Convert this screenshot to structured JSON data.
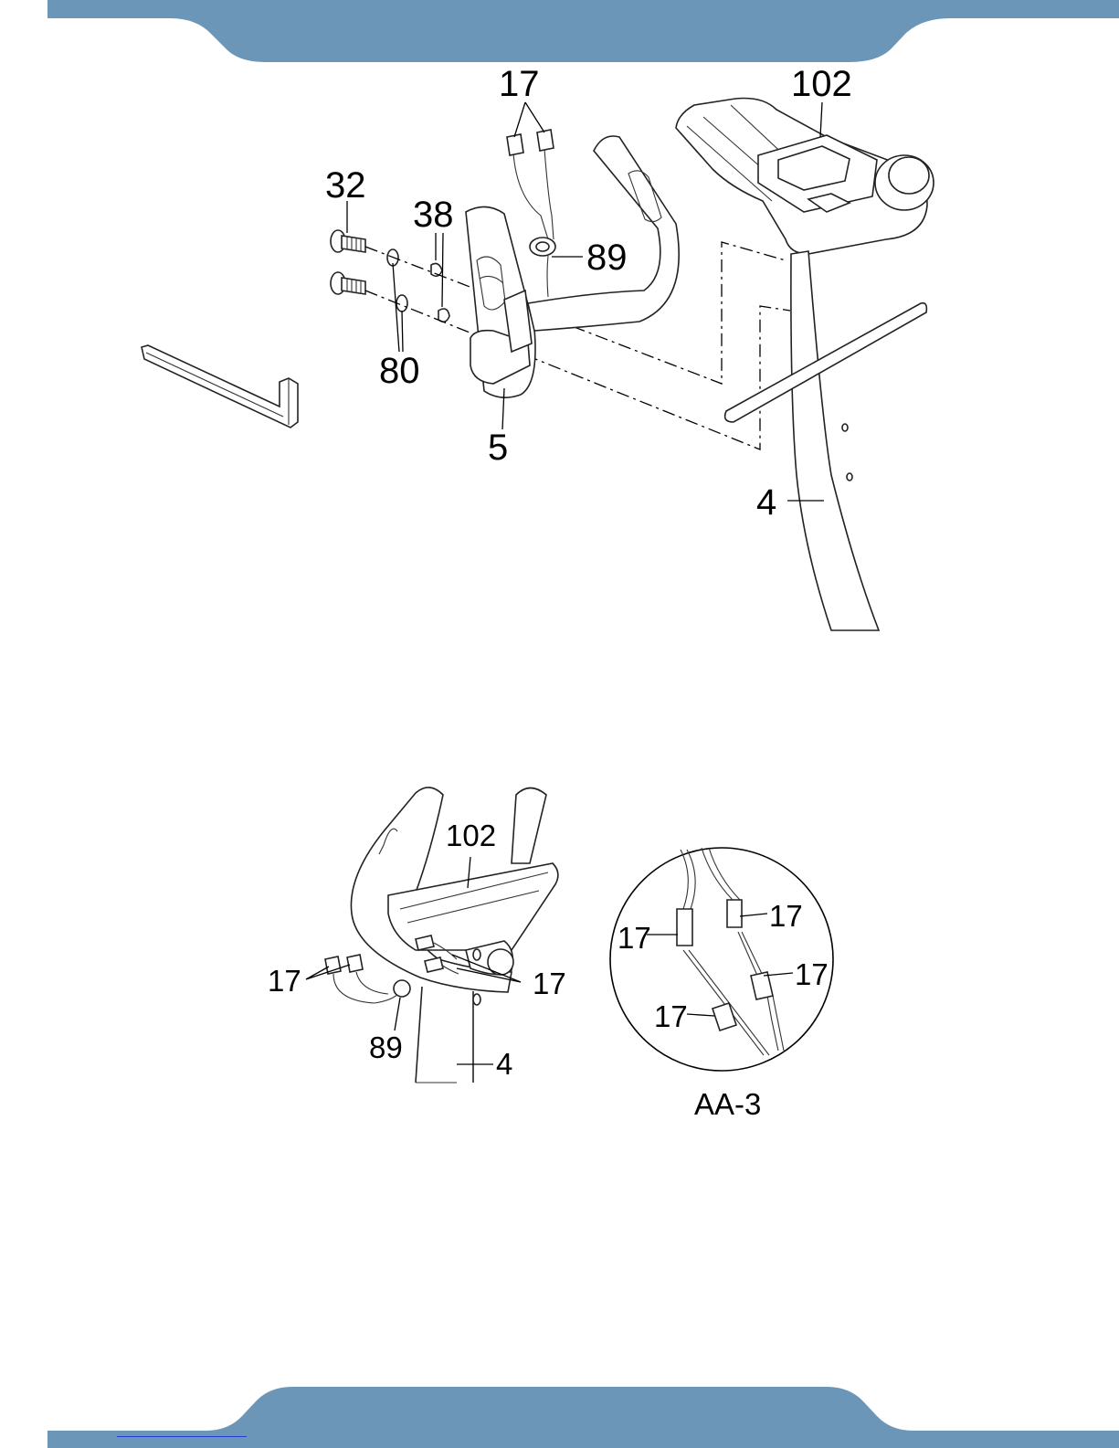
{
  "colors": {
    "band": "#6c96b8",
    "line": "#000000"
  },
  "figure_top": {
    "callouts": {
      "p17": "17",
      "p102": "102",
      "p32": "32",
      "p38": "38",
      "p89": "89",
      "p80": "80",
      "p5": "5",
      "p4": "4"
    }
  },
  "figure_bottom": {
    "callouts": {
      "p102": "102",
      "p17_left": "17",
      "p17_right": "17",
      "p89": "89",
      "p4": "4"
    }
  },
  "detail_aa3": {
    "label": "AA-3",
    "callouts": {
      "p17_a": "17",
      "p17_b": "17",
      "p17_c": "17",
      "p17_d": "17"
    }
  }
}
